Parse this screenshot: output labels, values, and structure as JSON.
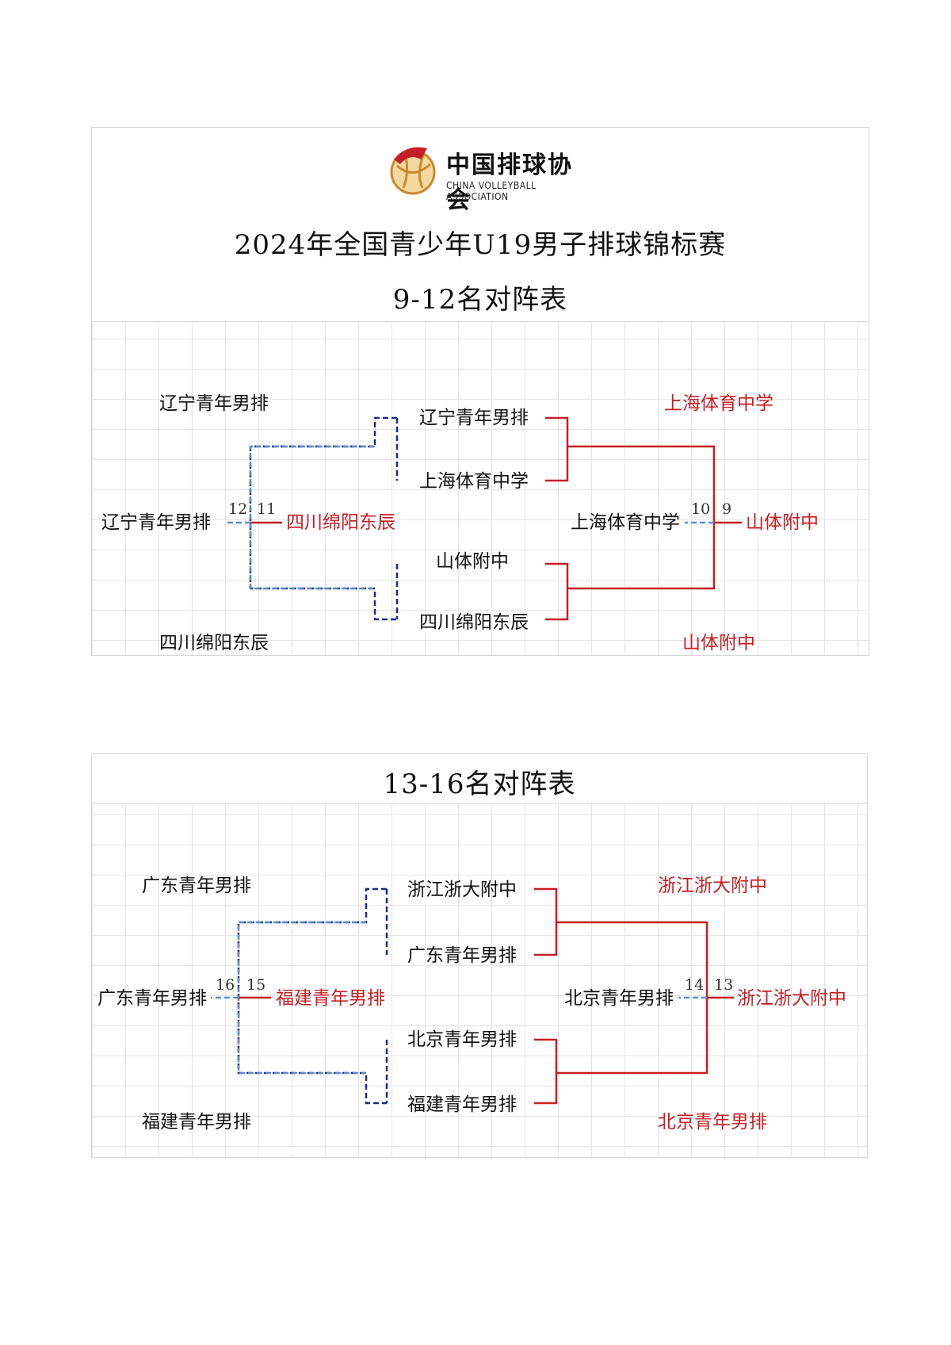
{
  "logo": {
    "name_cn": "中国排球协会",
    "name_en": "CHINA VOLLEYBALL ASSOCIATION",
    "icon": "volleyball-emblem-icon"
  },
  "title": "2024年全国青少年U19男子排球锦标赛",
  "bracket_9_12": {
    "heading": "9-12名对阵表",
    "semi_top": [
      "辽宁青年男排",
      "上海体育中学"
    ],
    "semi_bottom": [
      "山体附中",
      "四川绵阳东辰"
    ],
    "loser_final": {
      "left": "辽宁青年男排",
      "right": "四川绵阳东辰",
      "left_place": "12",
      "right_place": "11",
      "top_label": "辽宁青年男排",
      "bottom_label": "四川绵阳东辰"
    },
    "winner_final": {
      "left": "上海体育中学",
      "right": "山体附中",
      "left_place": "10",
      "right_place": "9",
      "top_label": "上海体育中学",
      "bottom_label": "山体附中"
    }
  },
  "bracket_13_16": {
    "heading": "13-16名对阵表",
    "semi_top": [
      "浙江浙大附中",
      "广东青年男排"
    ],
    "semi_bottom": [
      "北京青年男排",
      "福建青年男排"
    ],
    "loser_final": {
      "left": "广东青年男排",
      "right": "福建青年男排",
      "left_place": "16",
      "right_place": "15",
      "top_label": "广东青年男排",
      "bottom_label": "福建青年男排"
    },
    "winner_final": {
      "left": "北京青年男排",
      "right": "浙江浙大附中",
      "left_place": "14",
      "right_place": "13",
      "top_label": "浙江浙大附中",
      "bottom_label": "北京青年男排"
    }
  },
  "colors": {
    "winner": "#c41f24",
    "loser_dark": "#1d2a8c",
    "loser_light": "#5b8fd0"
  }
}
